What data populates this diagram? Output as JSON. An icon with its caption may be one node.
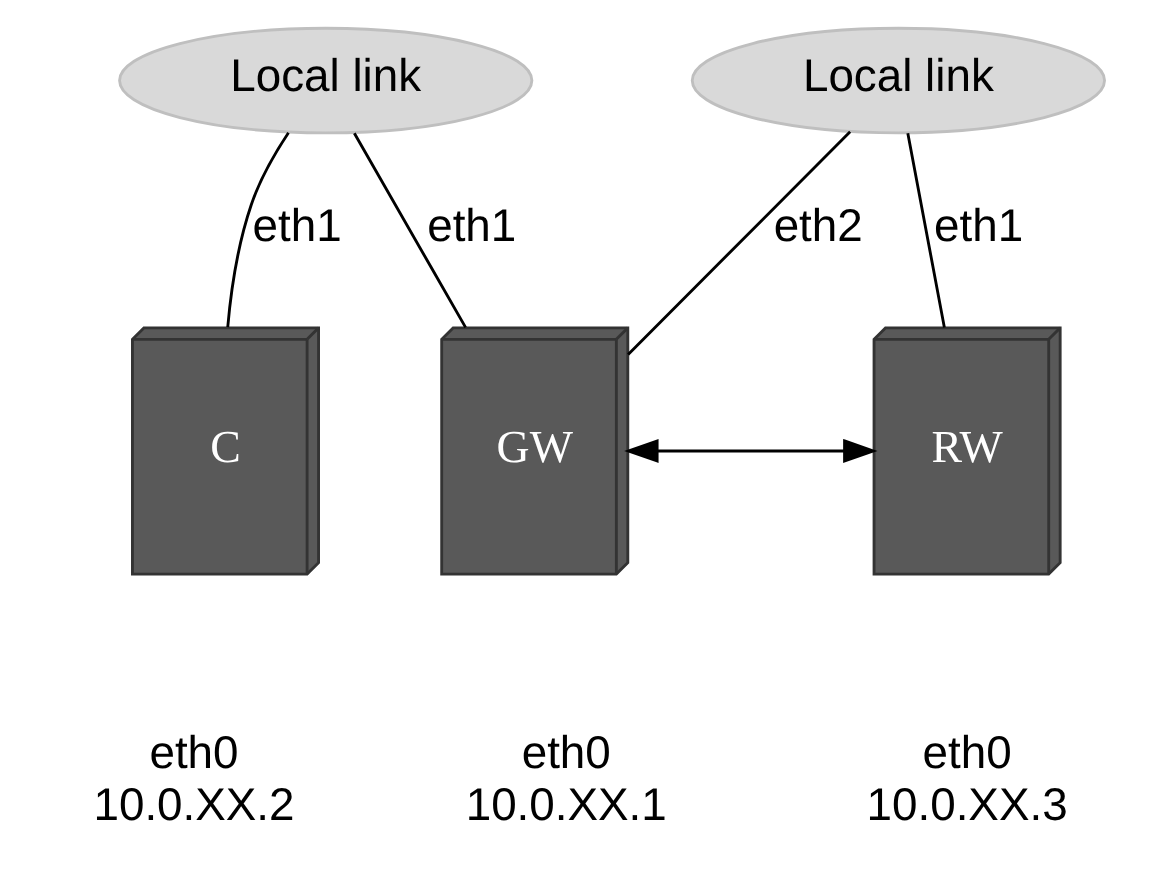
{
  "diagram": {
    "nodes": [
      {
        "text": [
          "Local link"
        ]
      },
      {
        "text": [
          "Local link"
        ]
      },
      {
        "text": [
          "C"
        ],
        "beside": [
          "eth0",
          "10.0.XX.2"
        ]
      },
      {
        "text": [
          "GW"
        ],
        "beside": [
          "eth0",
          "10.0.XX.1"
        ]
      },
      {
        "text": [
          "RW"
        ],
        "beside": [
          "eth0",
          "10.0.XX.3"
        ]
      }
    ],
    "edges": [
      {
        "from": 0,
        "to": 2,
        "arrow": "none",
        "label": "eth1"
      },
      {
        "from": 0,
        "to": 3,
        "arrow": "none",
        "label": "eth1"
      },
      {
        "from": 1,
        "to": 3,
        "arrow": "none",
        "label": "eth2"
      },
      {
        "from": 1,
        "to": 4,
        "arrow": "none",
        "label": "eth1"
      },
      {
        "from": 3,
        "to": 4,
        "arrow": "both"
      }
    ]
  }
}
